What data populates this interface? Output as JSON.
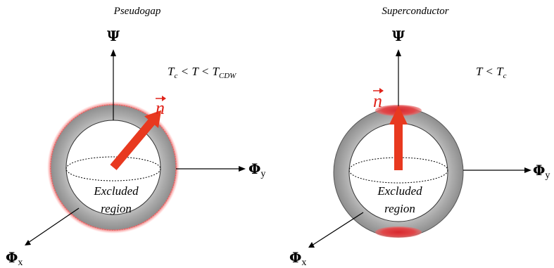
{
  "panels": [
    {
      "title": "Pseudogap",
      "psi_label": "Ψ",
      "phi_y_label": "Φ",
      "phi_y_sub": "y",
      "phi_x_label": "Φ",
      "phi_x_sub": "x",
      "temp_text": "T",
      "temp_sub_c": "c",
      "temp_mid": " < T < T",
      "temp_sub_cdw": "CDW",
      "vector_label": "n",
      "region_line1": "Excluded",
      "region_line2": "region"
    },
    {
      "title": "Superconductor",
      "psi_label": "Ψ",
      "phi_y_label": "Φ",
      "phi_y_sub": "y",
      "phi_x_label": "Φ",
      "phi_x_sub": "x",
      "temp_text": "T < T",
      "temp_sub_c": "c",
      "vector_label": "n",
      "region_line1": "Excluded",
      "region_line2": "region"
    }
  ],
  "colors": {
    "arrow_red": "#e8391f",
    "shell_gray": "#9a9a9a",
    "glow_red": "#e04848",
    "label_red": "#e0231a"
  }
}
